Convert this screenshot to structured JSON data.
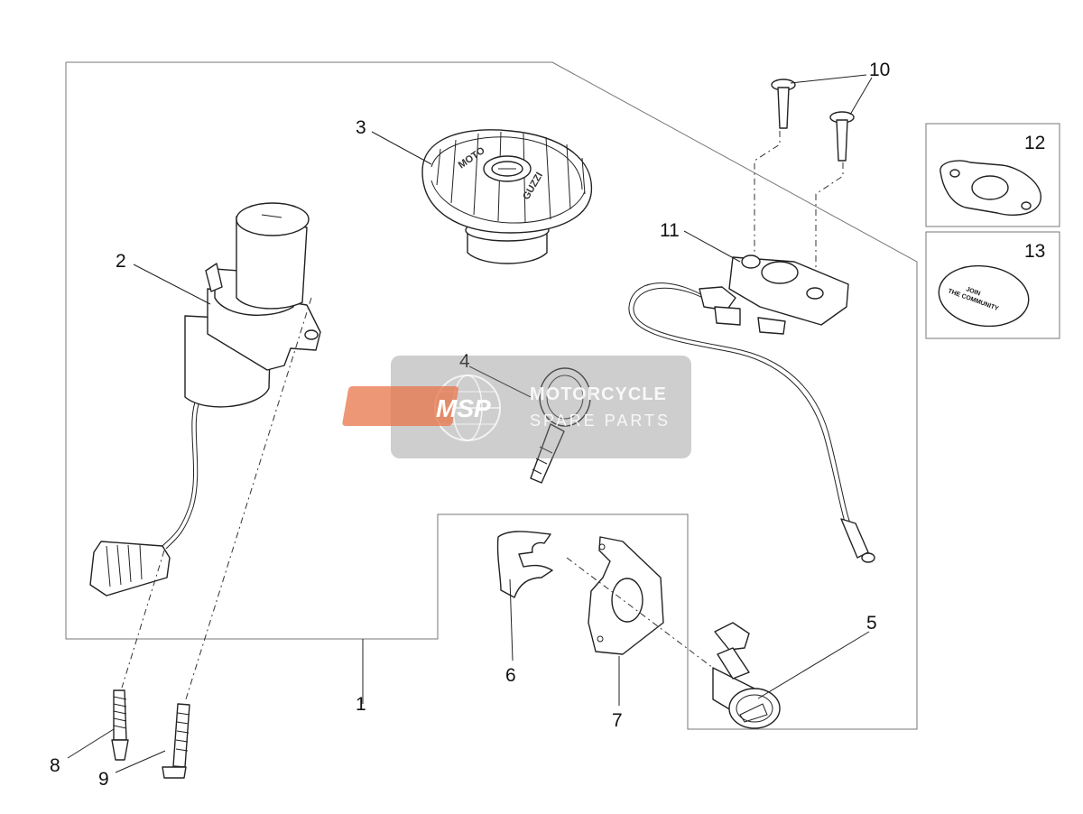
{
  "callouts": {
    "c1": "1",
    "c2": "2",
    "c3": "3",
    "c4": "4",
    "c5": "5",
    "c6": "6",
    "c7": "7",
    "c8": "8",
    "c9": "9",
    "c10": "10",
    "c11": "11",
    "c12": "12",
    "c13": "13"
  },
  "cap_marking": {
    "left": "MOTO",
    "right": "GUZZI"
  },
  "sticker": {
    "line1": "JOIN",
    "line2": "THE COMMUNITY"
  },
  "watermark": {
    "logo": "MSP",
    "line1": "MOTORCYCLE",
    "line2": "SPARE PARTS",
    "accent_color": "#e8744a"
  }
}
